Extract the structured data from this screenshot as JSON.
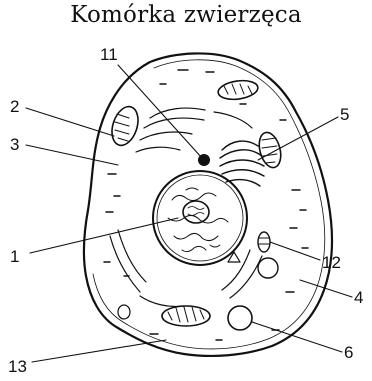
{
  "title": "Komórka zwierzęca",
  "labels": {
    "l1": "1",
    "l2": "2",
    "l3": "3",
    "l4": "4",
    "l5": "5",
    "l6": "6",
    "l11": "11",
    "l12": "12",
    "l13": "13"
  }
}
